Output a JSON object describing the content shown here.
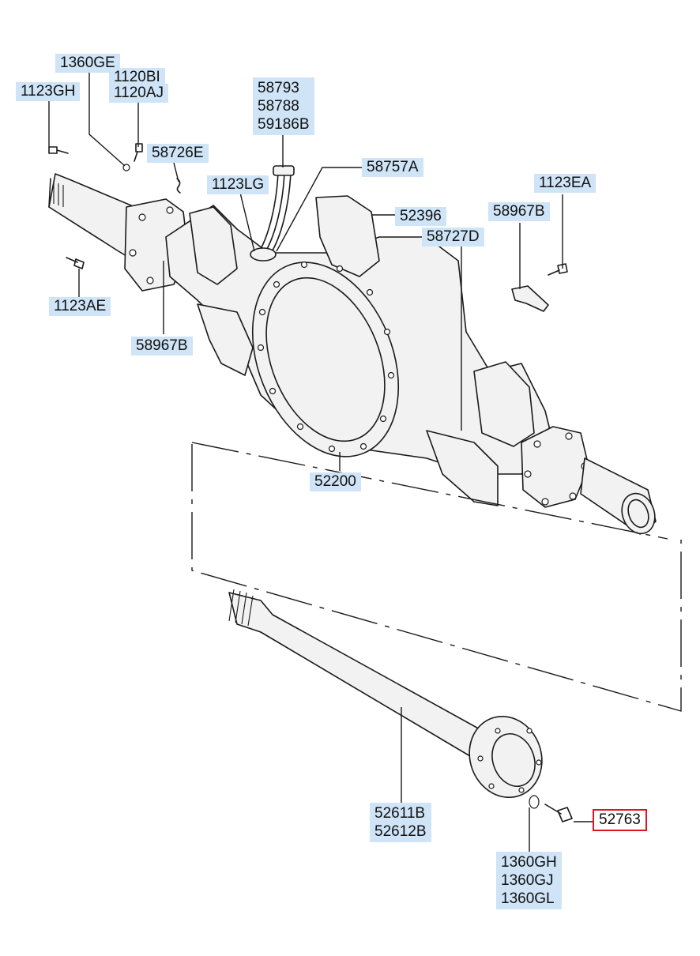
{
  "diagram": {
    "selected_part": "52763",
    "colors": {
      "label_bg": "#cfe4f6",
      "selected_border": "#e0141e",
      "line": "#1a1a1a"
    },
    "labels": {
      "p1360GE": "1360GE",
      "p1120BI": "1120BI",
      "p1120AJ": "1120AJ",
      "p1123GH": "1123GH",
      "p58726E": "58726E",
      "p58793": "58793",
      "p58788": "58788",
      "p59186B": "59186B",
      "p58757A": "58757A",
      "p1123LG": "1123LG",
      "p1123EA": "1123EA",
      "p52396": "52396",
      "p58967B_right": "58967B",
      "p58727D": "58727D",
      "p1123AE": "1123AE",
      "p58967B_left": "58967B",
      "p52200": "52200",
      "p52611B": "52611B",
      "p52612B": "52612B",
      "p52763": "52763",
      "p1360GH": "1360GH",
      "p1360GJ": "1360GJ",
      "p1360GL": "1360GL"
    }
  }
}
